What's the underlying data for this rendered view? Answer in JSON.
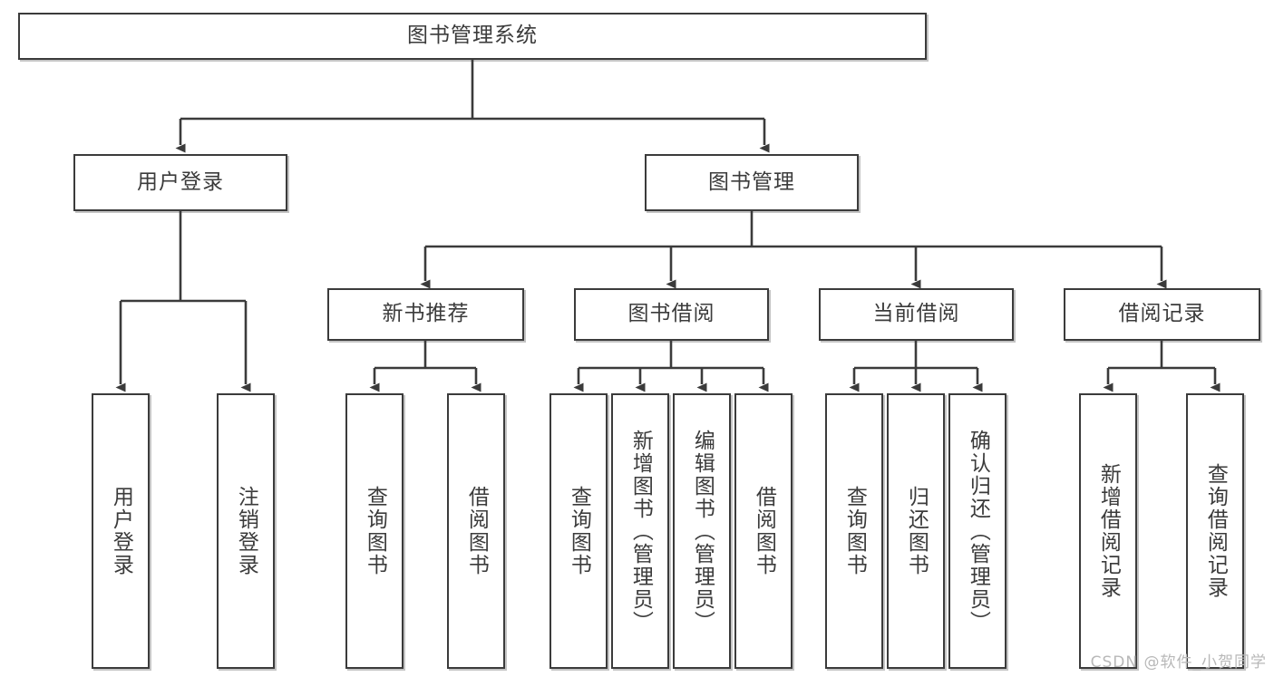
{
  "diagram": {
    "title": "图书管理系统",
    "type": "tree-hierarchy",
    "stroke_color": "#3b3b3b",
    "background_color": "#ffffff",
    "text_color": "#3b3b3b"
  },
  "nodes": {
    "root": {
      "label": "图书管理系统"
    },
    "level2": [
      {
        "label": "用户登录"
      },
      {
        "label": "图书管理"
      }
    ],
    "level3": [
      {
        "label": "新书推荐"
      },
      {
        "label": "图书借阅"
      },
      {
        "label": "当前借阅"
      },
      {
        "label": "借阅记录"
      }
    ],
    "leaves": {
      "user_login": [
        {
          "label": "用户登录"
        },
        {
          "label": "注销登录"
        }
      ],
      "new_book_recommend": [
        {
          "label": "查询图书"
        },
        {
          "label": "借阅图书"
        }
      ],
      "book_borrow": [
        {
          "label": "查询图书"
        },
        {
          "label": "新增图书（管理员）"
        },
        {
          "label": "编辑图书（管理员）"
        },
        {
          "label": "借阅图书"
        }
      ],
      "current_borrow": [
        {
          "label": "查询图书"
        },
        {
          "label": "归还图书"
        },
        {
          "label": "确认归还（管理员）"
        }
      ],
      "borrow_record": [
        {
          "label": "新增借阅记录"
        },
        {
          "label": "查询借阅记录"
        }
      ]
    }
  },
  "watermark": {
    "text": "CSDN @软件_小贺同学"
  }
}
